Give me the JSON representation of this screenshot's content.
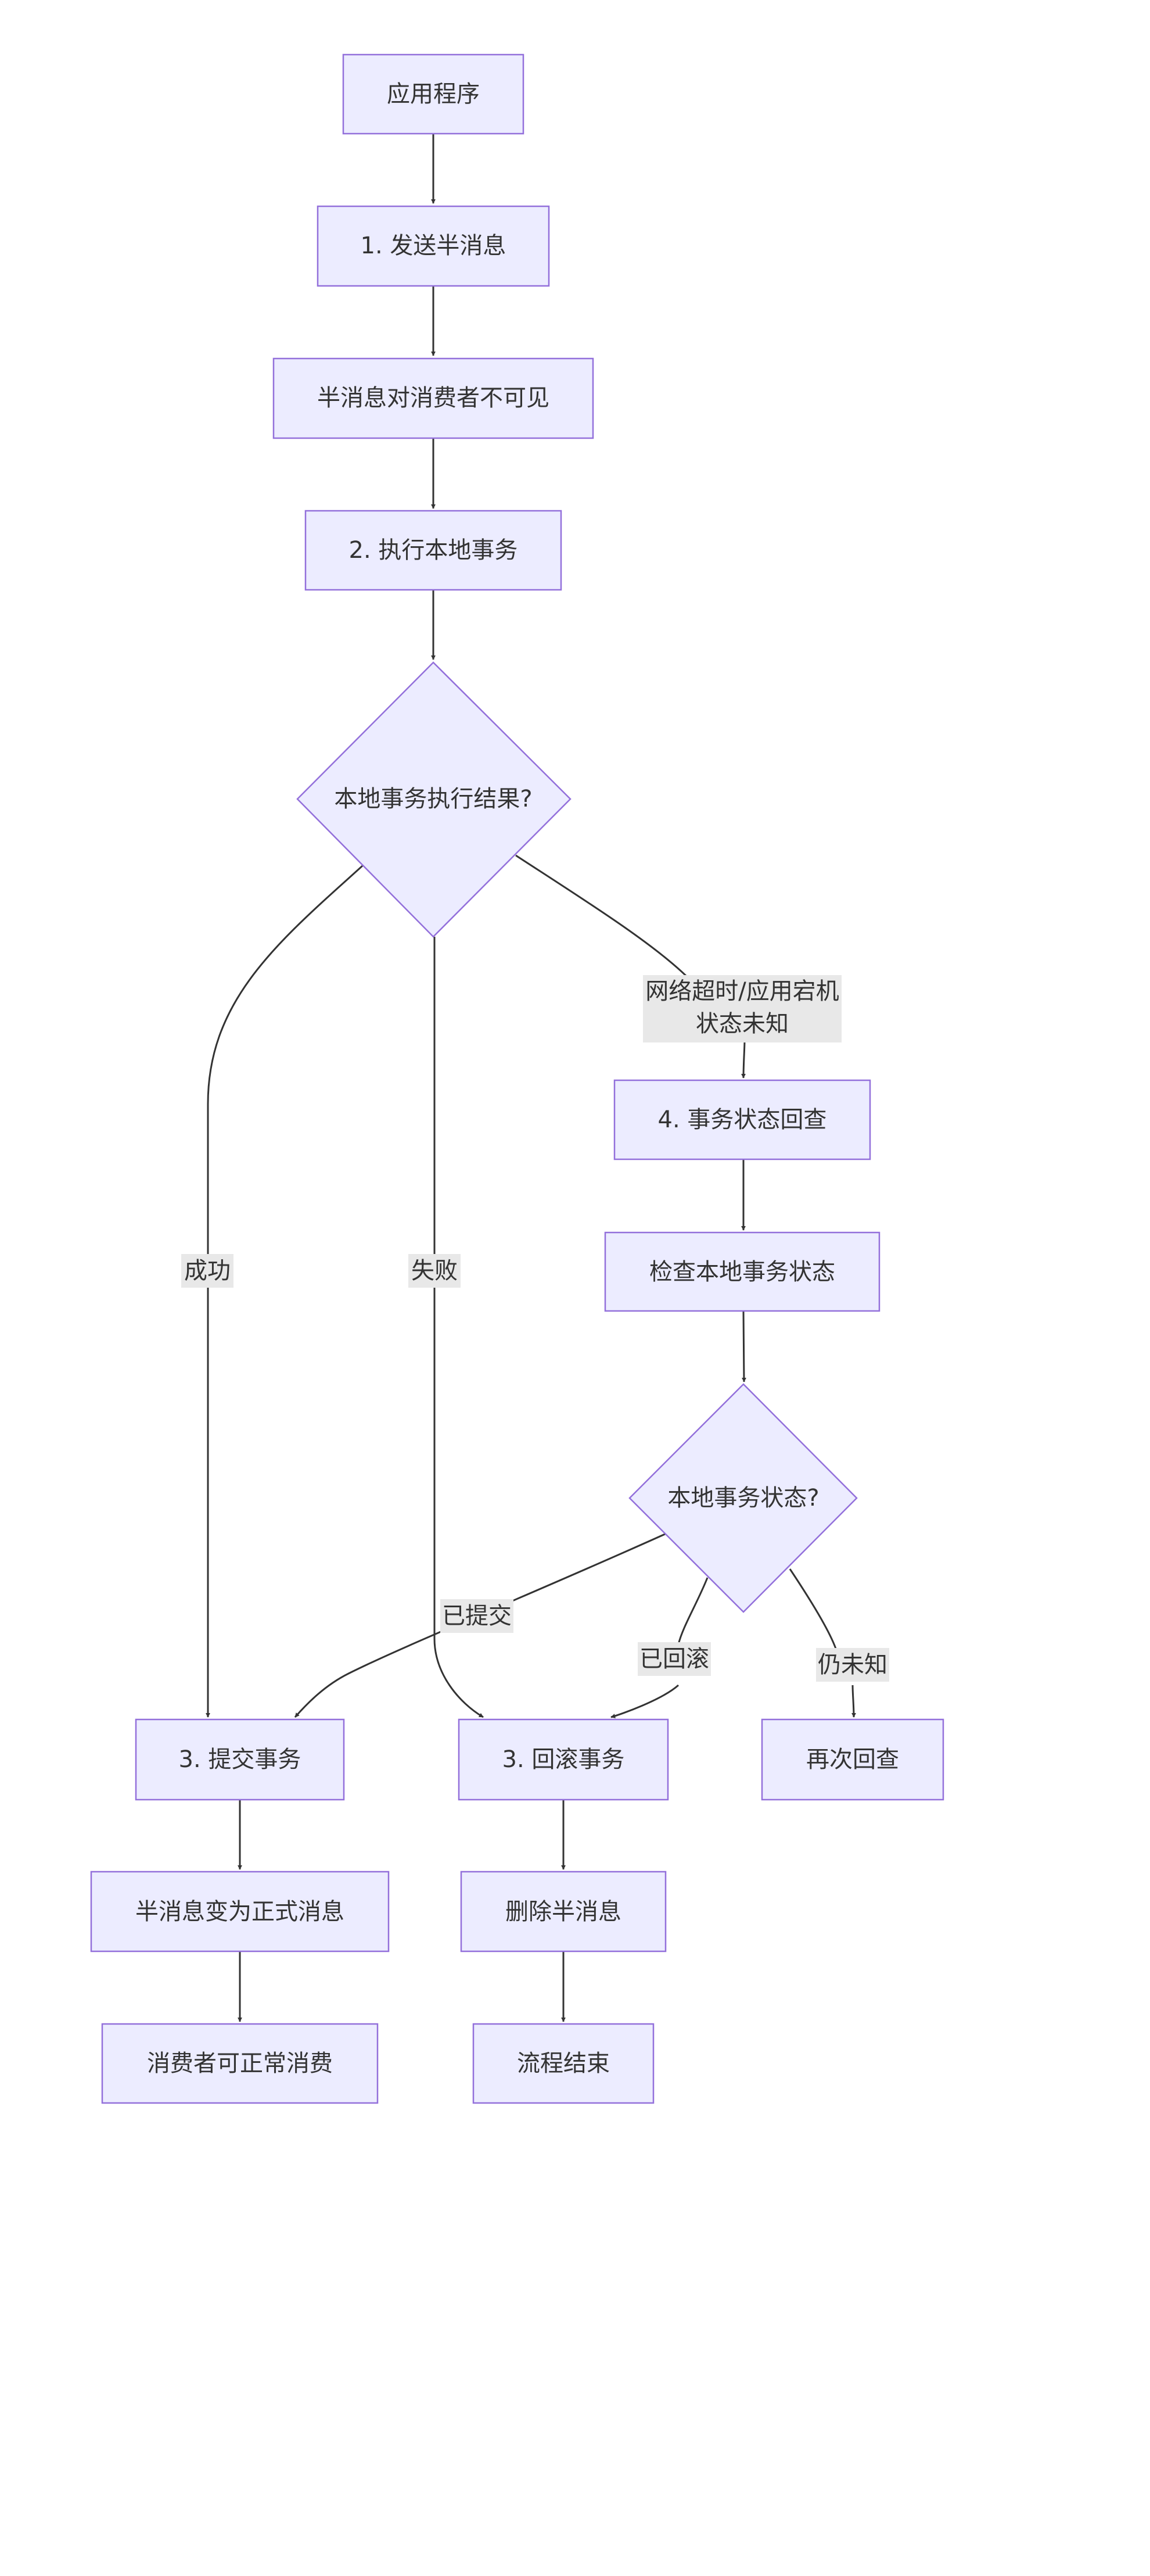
{
  "nodes": {
    "app": "应用程序",
    "send_half": "1. 发送半消息",
    "invisible": "半消息对消费者不可见",
    "exec_local": "2. 执行本地事务",
    "result_q": "本地事务执行结果?",
    "check_back": "4. 事务状态回查",
    "check_state": "检查本地事务状态",
    "state_q": "本地事务状态?",
    "commit": "3. 提交事务",
    "rollback": "3. 回滚事务",
    "recheck": "再次回查",
    "to_formal": "半消息变为正式消息",
    "delete_half": "删除半消息",
    "consume": "消费者可正常消费",
    "end": "流程结束"
  },
  "edge_labels": {
    "success": "成功",
    "fail": "失败",
    "unknown_line1": "网络超时/应用宕机",
    "unknown_line2": "状态未知",
    "committed": "已提交",
    "rolledback": "已回滚",
    "still_unknown": "仍未知"
  },
  "colors": {
    "node_fill": "#ECECFF",
    "node_stroke": "#9370DB",
    "edge": "#333333",
    "label_bg": "#e8e8e8"
  }
}
